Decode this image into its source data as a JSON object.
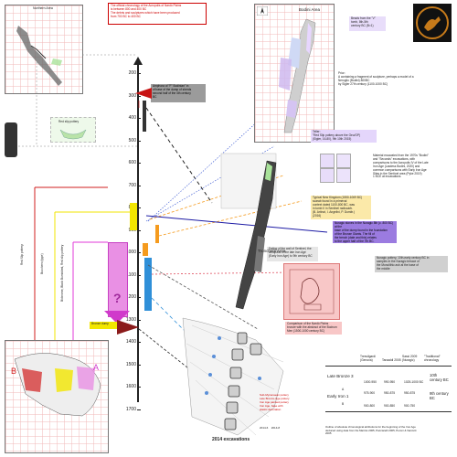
{
  "intro_note": {
    "lines": [
      "The official chronology of the Acropolis of Nardò Plains",
      "is between 800 and 400 BC",
      "The debris and sculptures which have been produced",
      "from 700 BC to 400 BC"
    ]
  },
  "northern_area": {
    "title": "Northern Area"
  },
  "bodini_area": {
    "title": "Bodini Area"
  },
  "red_ware_label": "Red slip pottery",
  "timeline": {
    "ticks": [
      "200",
      "300",
      "400",
      "500",
      "600",
      "700",
      "800",
      "900",
      "1000",
      "1100",
      "1200",
      "1300",
      "1400",
      "1500",
      "1600",
      "1700"
    ]
  },
  "grey_callout": {
    "lines": [
      "Amphora of \"F\" Bodinian\" in",
      "of base of the dump of sherds",
      "second half of the 4th century",
      "BC"
    ]
  },
  "bronze_label": "Bronze dump",
  "question_mark": "?",
  "left_axis_labels": [
    "Red Slip pottery",
    "Bucchero (type)",
    "Bichrome, Black Burnished, Red slip pottery"
  ],
  "notes": {
    "n1": [
      "Beads from the \"V\"",
      "tomb, 8th-5th",
      "century BC (B=1)"
    ],
    "n2": [
      "Prior:",
      "A containing a fragment of sculpture, perhaps a model of a",
      "Neroglio (Bodini) 800BC",
      "by Sigler 27th century (1100-1000 BC)"
    ],
    "n3": [
      "Teller:",
      "\"Red Slip pottery above the Geo/OP)",
      "(Sigler, 16-80), 9th 10th 2015)"
    ],
    "n4": [
      "Material excavated from the 1970s \"Bodini\"",
      "and \"Seconds\" excavations, with",
      "comparisons to the Acropolis IV of the Late",
      "Iron Age (Lawless Bodini, 2020) and",
      "common comparisons with Early Iron Age",
      "Sites in the Sentinel area (Pyke 2019)",
      "1 BCE at excavations"
    ],
    "n5": [
      "Typical New Kingdom (1550-1069 BC)",
      "scarab found in a primeval",
      "context dated 1100-800 BC, was",
      "in tomb II in Sentinel radiocarb.",
      "(B. Artinot, I. Angelini, P. Dumitr.)",
      "(2016)"
    ],
    "n6": [
      "Nuragic stones in the Nuragic 8th (c. 800 BC) at the",
      "base of the dump found in the foundation",
      "of the Bronze Giants. The fill of",
      "the trench (date and this) relates",
      "to the upper half of the 7th BC."
    ],
    "n7": [
      "Dating of the wall of Sentinel, the",
      "Acropolis of the late Iron Age",
      "(Early Iron Age) to 9th century BC"
    ],
    "n8": [
      "Comparison of the Nardò Plains",
      "bronze with the abstract of the Bodrum",
      "Men (1500-1000 century BC)"
    ],
    "n9": [
      "Nuragic pottery, 10th-early century BC in",
      "samples in the Nuragic terrace of",
      "the Monolithic ash at the base of",
      "the middle"
    ]
  },
  "tronchetti_area": {
    "title": "Tronchetti Area"
  },
  "excavations_label": "2014 excavations",
  "ab_labels": {
    "a": "A",
    "b": "B"
  },
  "chronology_table": {
    "col_heads": [
      "Tresvilgardi (Genova)",
      "Tanaaldi 2005",
      "Sassi 2009 (Nuragic)",
      "\"Traditional\" chronology"
    ],
    "rows": [
      {
        "label": "Late Bronze 3",
        "cells": [
          "1000-950",
          "990-950",
          "1025-1000 BC"
        ],
        "period": "10th century BC"
      },
      {
        "label": "Early Iron 1",
        "sub": "A",
        "cells": [
          "975-900",
          "950-875",
          "950-875"
        ],
        "period": "9th century BC"
      },
      {
        "label": "",
        "sub": "B",
        "cells": [
          "900-800",
          "900-850",
          "900-750"
        ],
        "period": ""
      }
    ],
    "caption": [
      "Outline of absolute chronological attributions for the beginning of the Iron Age",
      "deduced using data from De Marinis 2005, Pacciarelli 2005, Peroni & Vanzetti",
      "2005"
    ]
  },
  "small_legend": [
    "Sub-Mycenaean pottery",
    "Late Bronze-Age pottery",
    "Iron Age painted pottery",
    "Iron Age, base with",
    "plastic decoration"
  ],
  "legend_items": [
    "2014-6",
    "2014-8"
  ],
  "colors": {
    "red": "#d21f1f",
    "yellow": "#f2e600",
    "magenta": "#e23ad8",
    "orange": "#f59b1e",
    "blue": "#2f8fd8",
    "purple": "#7b4fd0",
    "grey": "#8f8f8f",
    "pink": "#f6c9cf",
    "green": "#a9e29a",
    "lavender": "#c9b3ea"
  }
}
